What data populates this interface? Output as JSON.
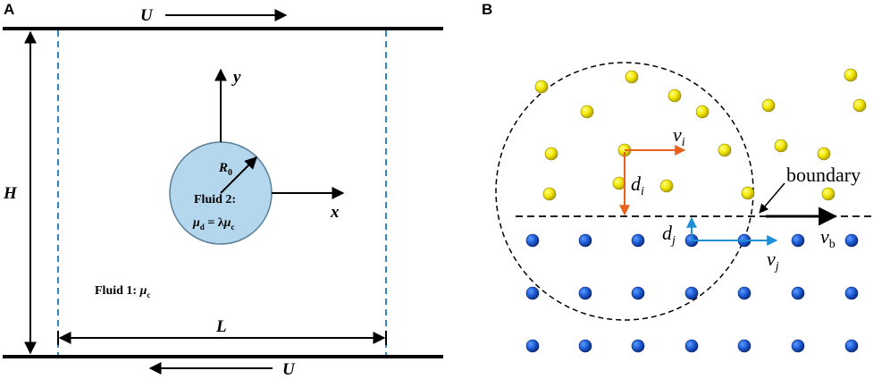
{
  "panel_a": {
    "letter": "A",
    "top_velocity": "U",
    "bottom_velocity": "U",
    "height_label": "H",
    "length_label": "L",
    "axis_x": "x",
    "axis_y": "y",
    "radius_label": "R",
    "radius_sub": "0",
    "fluid2_title": "Fluid 2:",
    "fluid2_mu": "μ",
    "fluid2_mu_sub": "d",
    "fluid2_eq": " = λ",
    "fluid2_mu2": "μ",
    "fluid2_mu2_sub": "c",
    "fluid1_text": "Fluid 1: ",
    "fluid1_mu": "μ",
    "fluid1_mu_sub": "c",
    "colors": {
      "drop_fill": "#b4d7ee",
      "dashed": "#2e86c8",
      "wall": "#000000"
    }
  },
  "panel_b": {
    "letter": "B",
    "boundary_label": "boundary",
    "v_i": "v",
    "v_i_sub": "i",
    "d_i": "d",
    "d_i_sub": "i",
    "d_j": "d",
    "d_j_sub": "j",
    "v_j": "v",
    "v_j_sub": "j",
    "v_b": "v",
    "v_b_sub": "b",
    "colors": {
      "yellow": "#f2e600",
      "blue": "#1e5ed6",
      "orange": "#e8601c",
      "cyan": "#1e8fd6"
    }
  }
}
